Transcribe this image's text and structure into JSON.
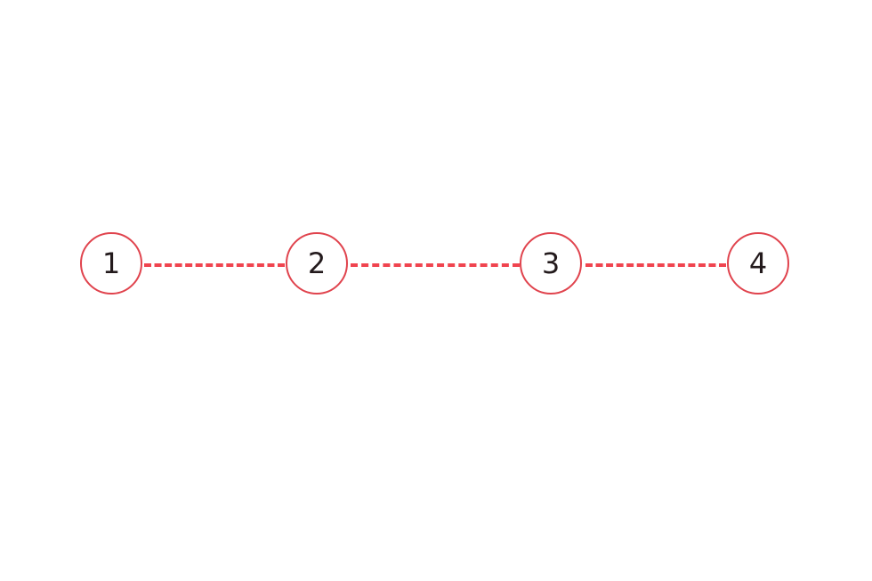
{
  "stepper": {
    "accent_color": "#e0434d",
    "steps": [
      {
        "label": "1"
      },
      {
        "label": "2"
      },
      {
        "label": "3"
      },
      {
        "label": "4"
      }
    ]
  }
}
